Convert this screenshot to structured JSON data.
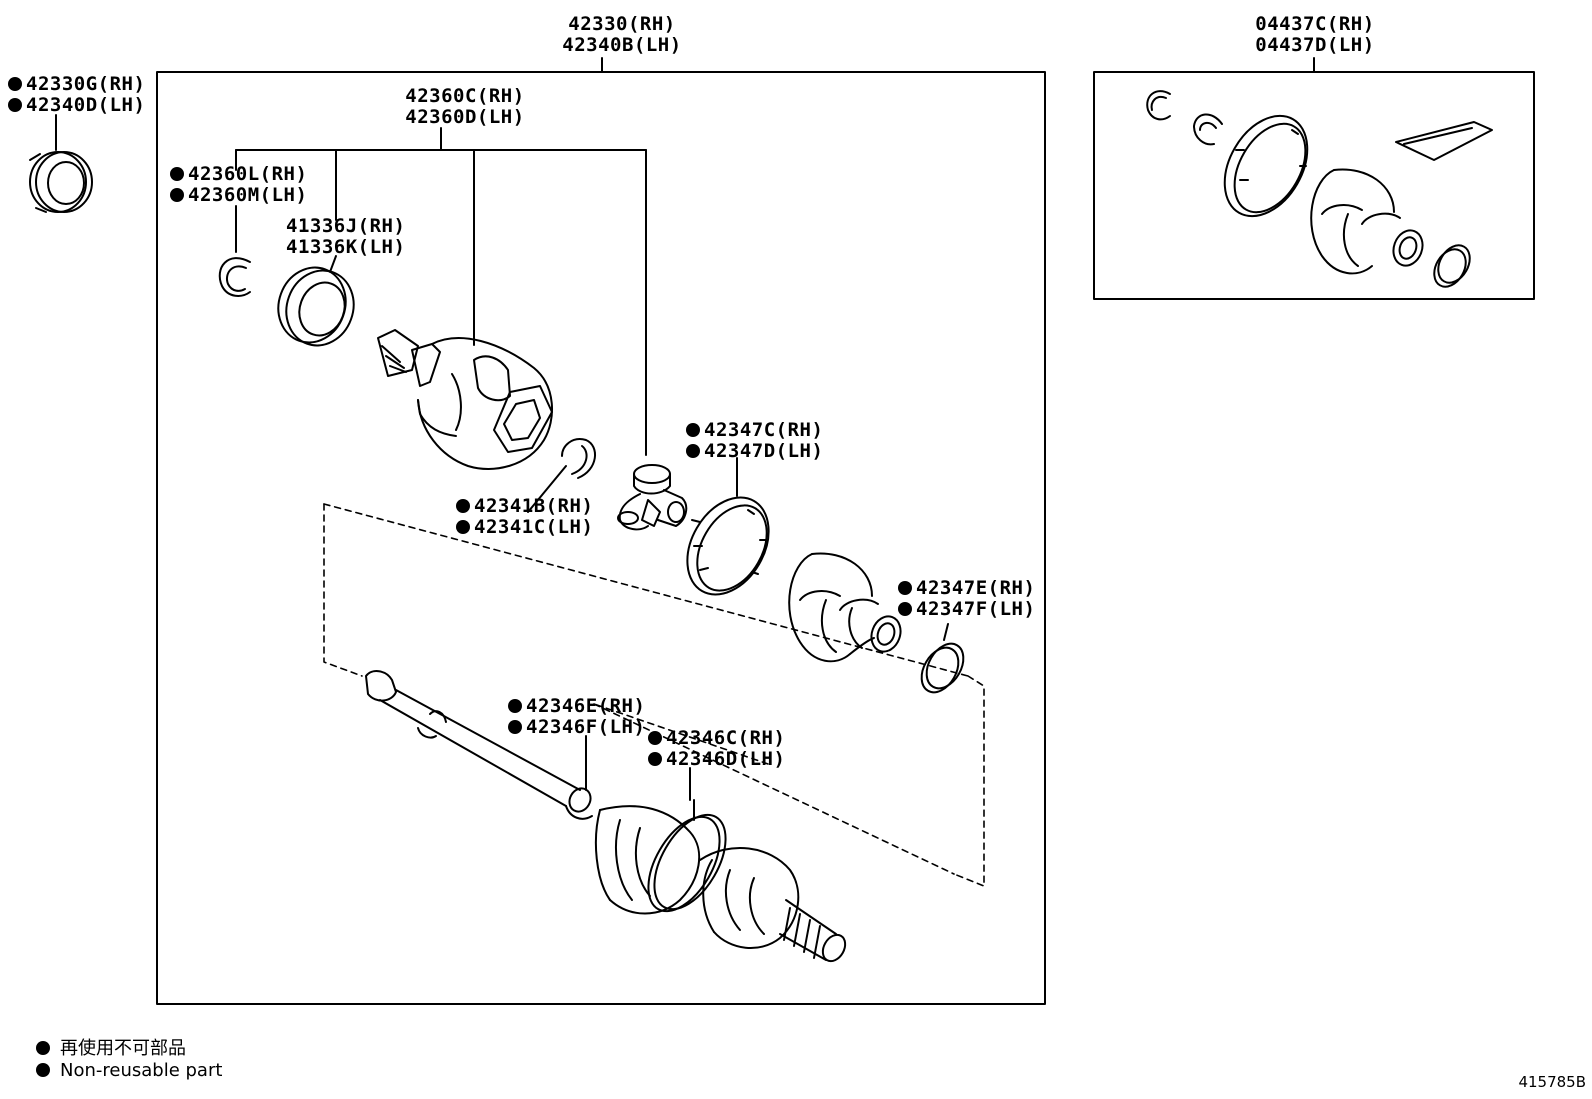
{
  "assembly": {
    "part_rh": "42330(RH)",
    "part_lh": "42340B(LH)"
  },
  "bearing": {
    "part_rh": "42330G(RH)",
    "part_lh": "42340D(LH)"
  },
  "inner_joint": {
    "part_rh": "42360C(RH)",
    "part_lh": "42360D(LH)"
  },
  "snap_ring": {
    "part_rh": "42360L(RH)",
    "part_lh": "42360M(LH)"
  },
  "dust_seal": {
    "part_rh": "41336J(RH)",
    "part_lh": "41336K(LH)"
  },
  "tripod_snap_ring": {
    "part_rh": "42341B(RH)",
    "part_lh": "42341C(LH)"
  },
  "inner_boot_clamp_large": {
    "part_rh": "42347C(RH)",
    "part_lh": "42347D(LH)"
  },
  "inner_boot_clamp_small": {
    "part_rh": "42347E(RH)",
    "part_lh": "42347F(LH)"
  },
  "outer_boot_clamp_a": {
    "part_rh": "42346E(RH)",
    "part_lh": "42346F(LH)"
  },
  "outer_boot_clamp_b": {
    "part_rh": "42346C(RH)",
    "part_lh": "42346D(LH)"
  },
  "boot_kit": {
    "part_rh": "04437C(RH)",
    "part_lh": "04437D(LH)"
  },
  "legend": {
    "jp": "再使用不可部品",
    "en": "Non-reusable part"
  },
  "figure_code": "415785B"
}
